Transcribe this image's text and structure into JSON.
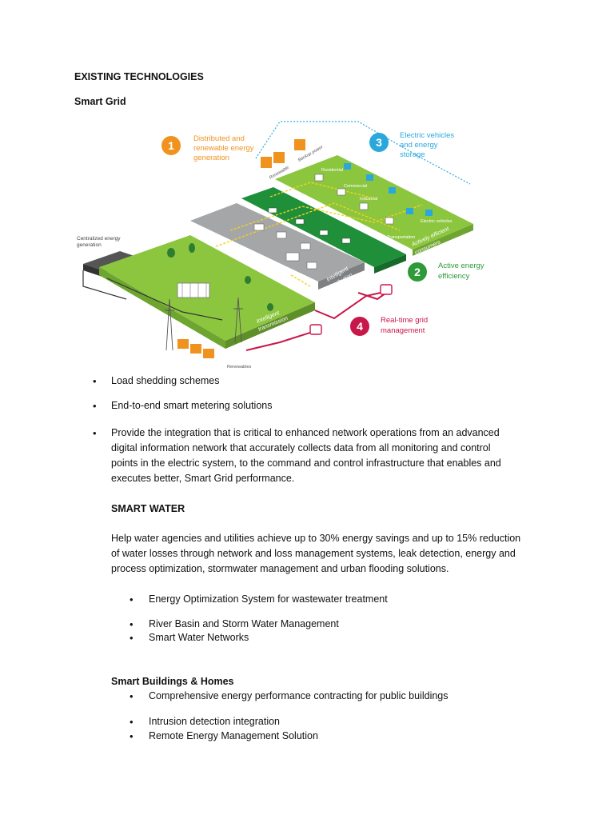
{
  "heading": "EXISTING TECHNOLOGIES",
  "section_smart_grid": "Smart Grid",
  "figure": {
    "callouts": [
      {
        "num": "1",
        "text": [
          "Distributed and",
          "renewable energy",
          "generation"
        ],
        "color": "#f0921e"
      },
      {
        "num": "3",
        "text": [
          "Electric vehicles",
          "and energy",
          "storage"
        ],
        "color": "#2aa8dc"
      },
      {
        "num": "2",
        "text": [
          "Active energy",
          "efficiency"
        ],
        "color": "#2e9a3a"
      },
      {
        "num": "4",
        "text": [
          "Real-time grid",
          "management"
        ],
        "color": "#c8174a"
      }
    ],
    "labels": {
      "centralized": [
        "Centralized energy",
        "generation"
      ],
      "renewable_top": "Renewable",
      "backup": "Backup power",
      "residential": "Residential",
      "commercial": "Commercial",
      "industrial": "Industrial",
      "electric_vehicles": "Electric vehicles",
      "transportation": "Transportation",
      "consumers": [
        "Actively efficient",
        "consumers"
      ],
      "distribution": [
        "Intelligent",
        "distribution"
      ],
      "transmission": [
        "Intelligent",
        "transmission"
      ],
      "renewables_bottom": "Renewables"
    },
    "colors": {
      "green_light": "#8cc63f",
      "green_dark": "#1f8f3a",
      "gray": "#a4a6a8",
      "orange": "#f0921e",
      "blue": "#2aa8dc",
      "crimson": "#c8174a"
    }
  },
  "grid_bullets": [
    "Load shedding schemes",
    "End-to-end smart metering solutions",
    "Provide the integration that is critical to enhanced network operations from an advanced",
    "digital information network that accurately collects data from all monitoring and control",
    "points in the electric system, to the command and control infrastructure that enables and",
    "executes better, Smart Grid performance."
  ],
  "section_smart_water": "SMART WATER",
  "water_paragraph": [
    "Help water agencies and utilities achieve up to 30% energy savings and up to 15% reduction",
    "of water losses through network and loss management systems, leak detection, energy and",
    "process optimization, stormwater management and urban flooding solutions."
  ],
  "water_bullets": [
    "Energy Optimization System for wastewater treatment",
    "River Basin and Storm Water Management",
    "Smart Water Networks"
  ],
  "section_smart_buildings": "Smart Buildings & Homes",
  "buildings_bullets": [
    "Comprehensive energy performance contracting for public buildings",
    "Intrusion detection integration",
    "Remote Energy Management Solution"
  ],
  "bullet_glyph": "•"
}
